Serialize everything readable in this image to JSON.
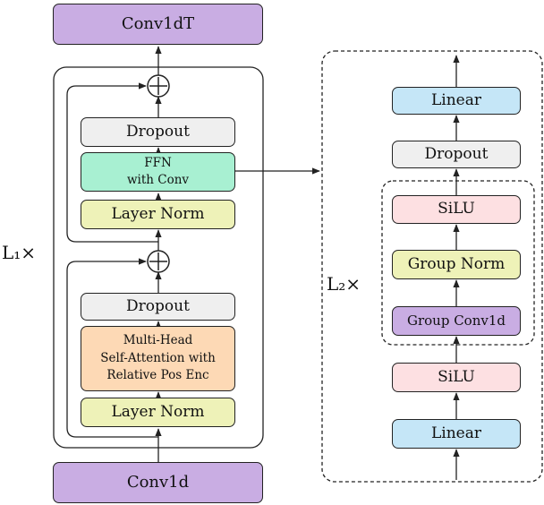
{
  "colors": {
    "purple": "#c9ade3",
    "gray": "#efefef",
    "green": "#a8f0d2",
    "yellow": "#eef2b8",
    "orange": "#fdd9b5",
    "blue": "#c5e6f7",
    "pink": "#fde0e2",
    "stroke": "#222222"
  },
  "left": {
    "top_block": "Conv1dT",
    "bottom_block": "Conv1d",
    "repeat_label": "L₁×",
    "ffn_dropout": "Dropout",
    "ffn_line1": "FFN",
    "ffn_line2": "with Conv",
    "ffn_norm": "Layer Norm",
    "attn_dropout": "Dropout",
    "attn_line1": "Multi-Head",
    "attn_line2": "Self-Attention with",
    "attn_line3": "Relative Pos Enc",
    "attn_norm": "Layer Norm"
  },
  "right": {
    "linear_top": "Linear",
    "dropout": "Dropout",
    "silu_top": "SiLU",
    "group_norm": "Group Norm",
    "group_conv": "Group Conv1d",
    "silu_bottom": "SiLU",
    "linear_bottom": "Linear",
    "repeat_label": "L₂×"
  }
}
